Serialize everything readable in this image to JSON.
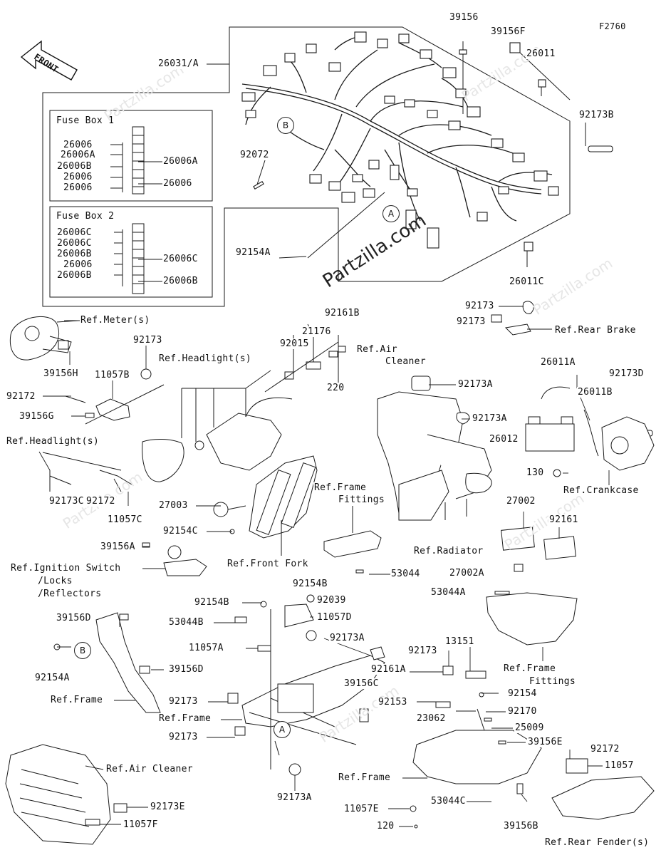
{
  "figure_code": "F2760",
  "front_badge": "FRONT",
  "watermark": "Partzilla.com",
  "callouts": {
    "a": "A",
    "b": "B"
  },
  "fuse_box_1": {
    "title": "Fuse Box 1"
  },
  "fuse_box_2": {
    "title": "Fuse Box 2"
  },
  "labels": {
    "l_26031a": "26031/A",
    "l_39156": "39156",
    "l_39156f": "39156F",
    "l_26011": "26011",
    "l_92173b": "92173B",
    "l_92072": "92072",
    "l_26011c": "26011C",
    "l_92154a_top": "92154A",
    "fb1_26006_a": "26006",
    "fb1_26006a_l": "26006A",
    "fb1_26006b": "26006B",
    "fb1_26006_b": "26006",
    "fb1_26006_c": "26006",
    "fb1_26006a_r": "26006A",
    "fb1_26006_r": "26006",
    "fb2_26006c_a": "26006C",
    "fb2_26006c_b": "26006C",
    "fb2_26006b_a": "26006B",
    "fb2_26006": "26006",
    "fb2_26006b_b": "26006B",
    "fb2_26006c_r": "26006C",
    "fb2_26006b_r": "26006B",
    "ref_meter": "Ref.Meter(s)",
    "l_92173_a": "92173",
    "l_39156h": "39156H",
    "l_11057b": "11057B",
    "l_92172_a": "92172",
    "l_39156g": "39156G",
    "ref_headlight_l": "Ref.Headlight(s)",
    "l_92173c": "92173C",
    "l_92172_b": "92172",
    "l_11057c": "11057C",
    "ref_headlight_t": "Ref.Headlight(s)",
    "l_92015": "92015",
    "l_21176": "21176",
    "l_92161b": "92161B",
    "l_220": "220",
    "l_27003": "27003",
    "l_92154c": "92154C",
    "ref_front_fork": "Ref.Front Fork",
    "l_39156a": "39156A",
    "ref_ign_1": "Ref.Ignition Switch",
    "ref_ign_2": "/Locks",
    "ref_ign_3": "/Reflectors",
    "ref_air_cleaner_top_1": "Ref.Air",
    "ref_air_cleaner_top_2": "Cleaner",
    "l_92173a_1": "92173A",
    "l_92173a_2": "92173A",
    "ref_frame_fittings_1": "Ref.Frame",
    "ref_frame_fittings_2": "Fittings",
    "ref_radiator": "Ref.Radiator",
    "l_53044": "53044",
    "l_92173_b": "92173",
    "l_92173_c": "92173",
    "ref_rear_brake": "Ref.Rear Brake",
    "l_26011a": "26011A",
    "l_92173d": "92173D",
    "l_26011b": "26011B",
    "l_26012": "26012",
    "l_130": "130",
    "ref_crankcase": "Ref.Crankcase",
    "l_27002": "27002",
    "l_92161": "92161",
    "l_27002a": "27002A",
    "l_53044a": "53044A",
    "ref_frame_fittings_r1": "Ref.Frame",
    "ref_frame_fittings_r2": "Fittings",
    "l_39156d_top": "39156D",
    "l_92154a_left": "92154A",
    "l_39156d": "39156D",
    "ref_frame_left": "Ref.Frame",
    "l_92154b_l": "92154B",
    "l_92154b_r": "92154B",
    "l_92039": "92039",
    "l_53044b": "53044B",
    "l_11057d": "11057D",
    "l_92173a_mid": "92173A",
    "l_11057a": "11057A",
    "l_92173_d": "92173",
    "l_92161a": "92161A",
    "l_13151": "13151",
    "l_39156c": "39156C",
    "l_92173_e": "92173",
    "ref_frame_mid": "Ref.Frame",
    "l_92173_f": "92173",
    "l_92153": "92153",
    "l_92154": "92154",
    "l_23062": "23062",
    "l_92170": "92170",
    "l_25009": "25009",
    "l_39156e": "39156E",
    "l_92172_c": "92172",
    "l_11057": "11057",
    "ref_air_cleaner_bot": "Ref.Air Cleaner",
    "ref_frame_bot": "Ref.Frame",
    "l_11057e": "11057E",
    "l_53044c": "53044C",
    "l_120": "120",
    "l_39156b": "39156B",
    "ref_rear_fender": "Ref.Rear Fender(s)",
    "l_92173e": "92173E",
    "l_11057f": "11057F",
    "l_92173a_bot": "92173A"
  }
}
